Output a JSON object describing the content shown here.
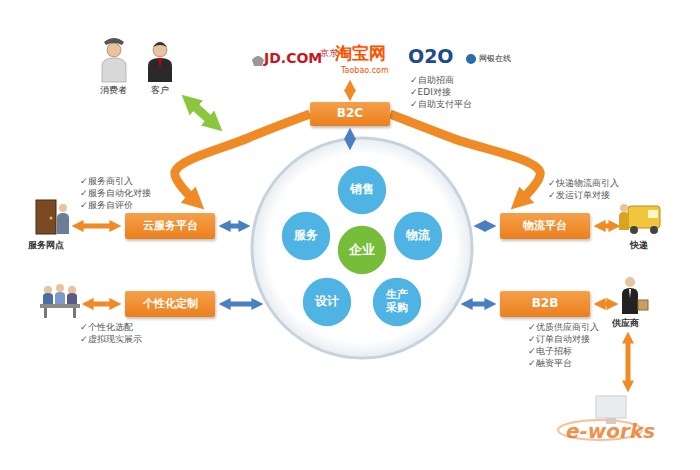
{
  "diagram": {
    "nodes": [
      {
        "text": [
          "B2C"
        ]
      },
      {
        "text": [
          "云服务平台"
        ]
      },
      {
        "text": [
          "销售"
        ]
      },
      {
        "text": [
          "服务"
        ]
      },
      {
        "text": [
          "企业"
        ]
      },
      {
        "text": [
          "物流"
        ]
      },
      {
        "text": [
          "物流平台"
        ]
      },
      {
        "text": [
          "个性化定制"
        ]
      },
      {
        "text": [
          "设计"
        ]
      },
      {
        "text": [
          "生产 采购"
        ]
      },
      {
        "text": [
          "B2B"
        ]
      }
    ],
    "edges": [
      {
        "from": 0,
        "to": 1,
        "arrow": "to"
      },
      {
        "from": 0,
        "to": 6,
        "arrow": "to"
      }
    ],
    "labels": [
      "JD.COM",
      "京东",
      "淘宝网",
      "Taobao.com",
      "O2O",
      "网银在线",
      "消费者",
      "客户",
      "✓自助招商",
      "✓EDI对接",
      "✓自助支付平台",
      "✓服务商引入",
      "✓服务自动化对接",
      "✓服务自评价",
      "服务网点",
      "✓个性化选配",
      "✓虚拟现实展示",
      "✓快递物流商引入",
      "✓发运订单对接",
      "快递",
      "供应商",
      "✓优质供应商引入",
      "✓订单自动对接",
      "✓电子招标",
      "✓融资平台",
      "e-works"
    ]
  }
}
